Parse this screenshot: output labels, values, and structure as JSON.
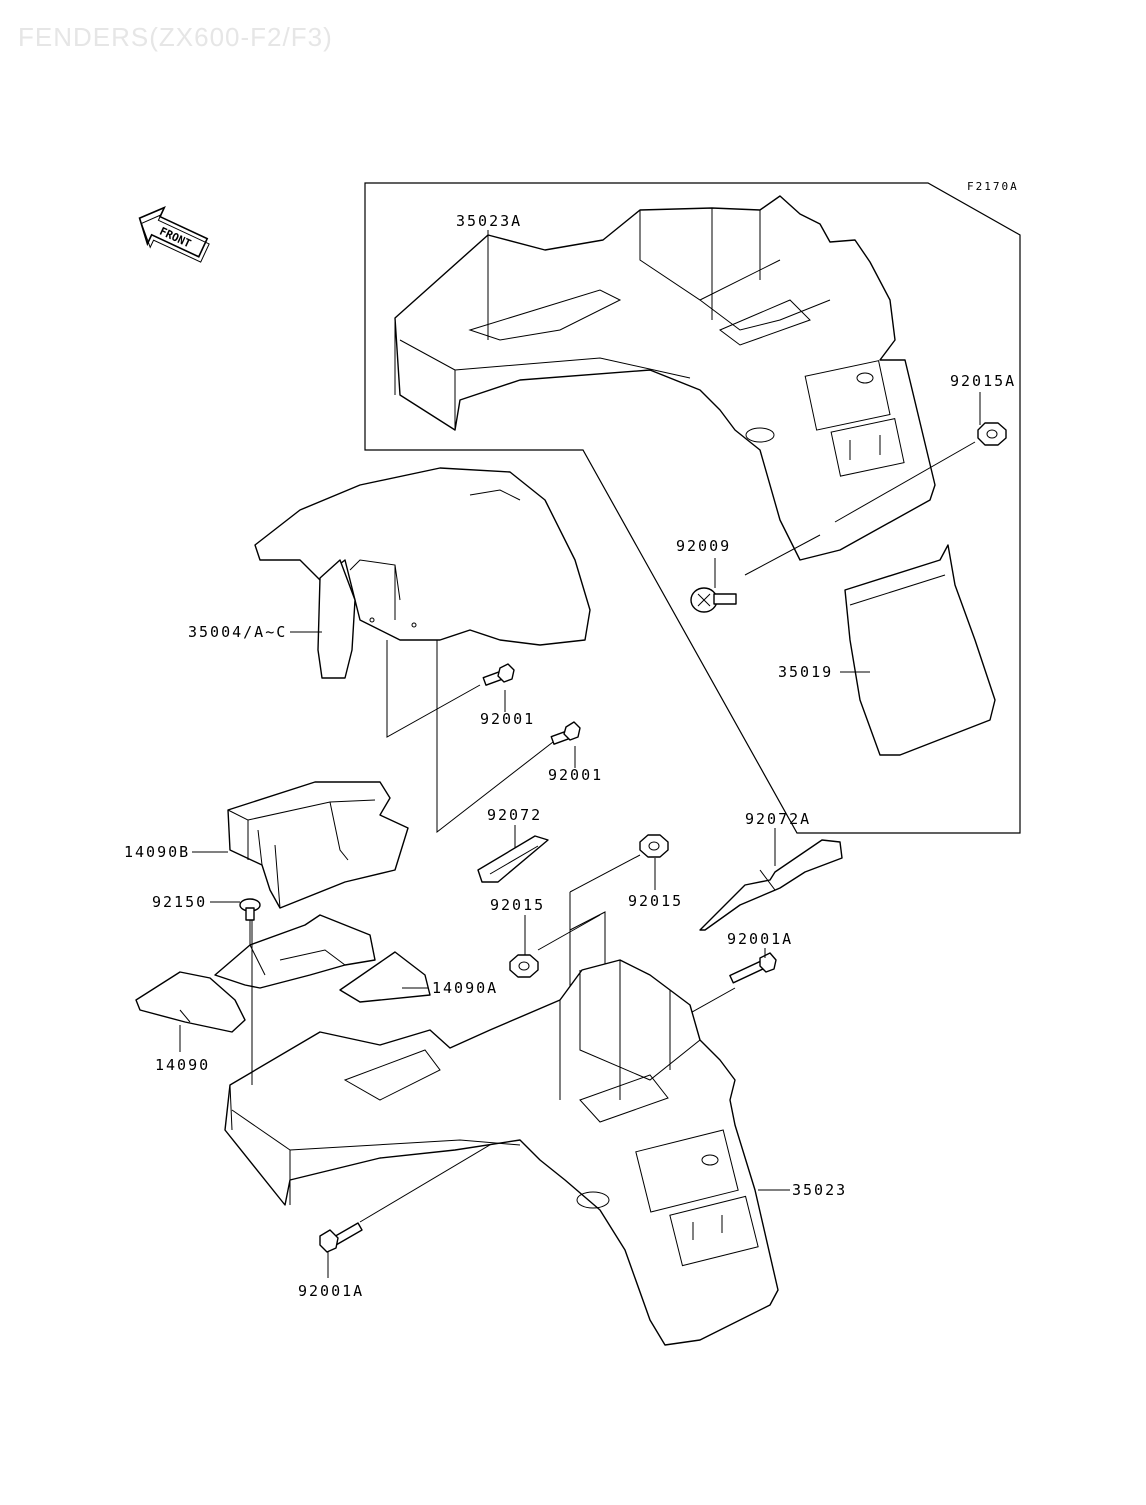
{
  "page_title": "FENDERS(ZX600-F2/F3)",
  "figure_code": "F2170A",
  "front_badge": "FRONT",
  "labels": {
    "p35023A": "35023A",
    "p92015A": "92015A",
    "p92009": "92009",
    "p35019": "35019",
    "p35004": "35004/A~C",
    "p92001_a": "92001",
    "p92001_b": "92001",
    "p14090B": "14090B",
    "p92072": "92072",
    "p92072A": "92072A",
    "p92015_a": "92015",
    "p92015_b": "92015",
    "p92150": "92150",
    "p92001A_a": "92001A",
    "p14090A": "14090A",
    "p14090": "14090",
    "p35023": "35023",
    "p92001A_b": "92001A"
  }
}
